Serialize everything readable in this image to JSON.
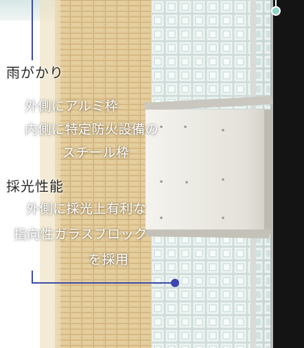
{
  "annotations": [
    {
      "heading": "雨がかり",
      "description_lines": [
        "外側にアルミ枠",
        "内側に特定防火設備の",
        "スチール枠"
      ]
    },
    {
      "heading": "採光性能",
      "description_lines": [
        "外側に採光上有利な",
        "指向性ガラスブロック",
        "を採用"
      ]
    }
  ],
  "colors": {
    "leader_line": "#3a4aa6",
    "leader_dot_bottom": "#3b48b0",
    "leader_dot_top": "#8fd3c4",
    "tile_wall": "#e2c997",
    "glass_block": "#dfe9e8",
    "steel_panel": "#e8e6df",
    "dark_background": "#141414"
  }
}
